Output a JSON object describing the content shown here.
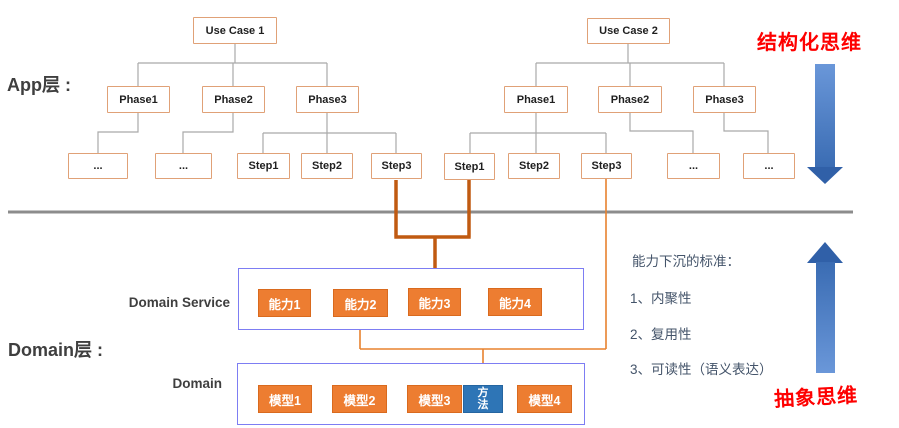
{
  "layers": {
    "app": {
      "label": "App层 :"
    },
    "domain": {
      "label": "Domain层 :"
    }
  },
  "trees": {
    "use_case_1": {
      "root": "Use Case 1",
      "phases": [
        "Phase1",
        "Phase2",
        "Phase3"
      ],
      "leaves": [
        "...",
        "...",
        "Step1",
        "Step2",
        "Step3"
      ]
    },
    "use_case_2": {
      "root": "Use Case 2",
      "phases": [
        "Phase1",
        "Phase2",
        "Phase3"
      ],
      "leaves": [
        "Step1",
        "Step2",
        "Step3",
        "...",
        "..."
      ]
    }
  },
  "domain_section": {
    "service_label": "Domain Service",
    "domain_label": "Domain",
    "capabilities": [
      "能力1",
      "能力2",
      "能力3",
      "能力4"
    ],
    "models": [
      "模型1",
      "模型2",
      "模型3",
      "模型4"
    ],
    "method": "方法"
  },
  "annotations": {
    "structured_thinking": "结构化思维",
    "abstract_thinking": "抽象思维",
    "criteria_title": "能力下沉的标准：",
    "criteria": [
      "1、内聚性",
      "2、复用性",
      "3、可读性（语义表达）"
    ]
  },
  "colors": {
    "box_orange": "#ed7d31",
    "method_blue": "#2e75b6",
    "container_border": "#7d7df3",
    "node_border": "#e0a177",
    "funnel_dark_orange": "#c05a11",
    "thin_orange": "#e8822f",
    "tree_line_gray": "#a9a9a9",
    "divider_gray": "#8c8c8c",
    "annotation_red": "#fe0000",
    "arrow_blue_light": "#6a97d9",
    "arrow_blue_dark": "#3060a8",
    "criteria_text": "#44546a"
  }
}
